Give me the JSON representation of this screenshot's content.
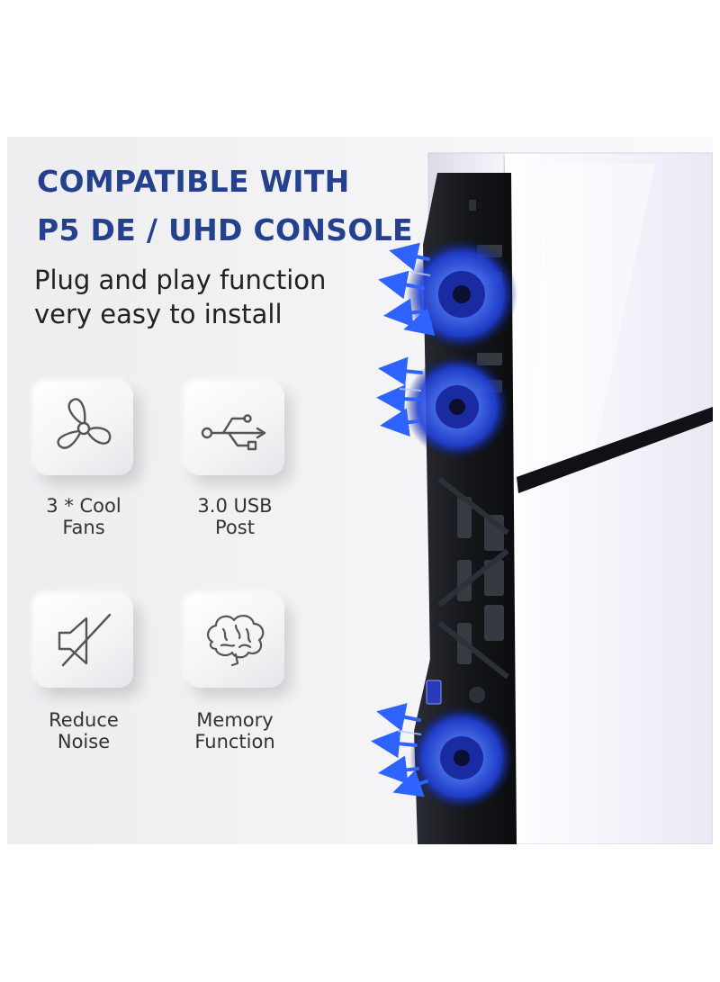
{
  "headline": {
    "line1": "COMPATIBLE WITH",
    "line2": "P5 DE / UHD CONSOLE"
  },
  "subtitle": {
    "line1": "Plug and play function",
    "line2": "very easy to install"
  },
  "features": [
    {
      "icon": "fan-icon",
      "line1": "3 * Cool",
      "line2": "Fans"
    },
    {
      "icon": "usb-icon",
      "line1": "3.0 USB",
      "line2": "Post"
    },
    {
      "icon": "mute-speaker-icon",
      "line1": "Reduce",
      "line2": "Noise"
    },
    {
      "icon": "brain-icon",
      "line1": "Memory",
      "line2": "Function"
    }
  ],
  "colors": {
    "headline": "#24418f",
    "fan_glow": "#2f5bff",
    "cooler_body": "#16181d",
    "console_shell": "#f4f4fb"
  }
}
